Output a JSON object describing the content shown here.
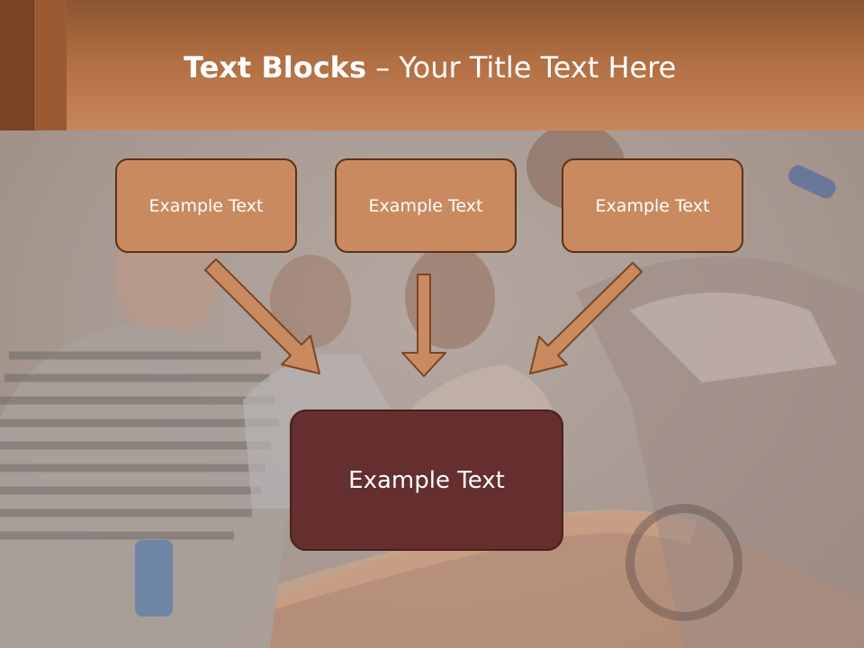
{
  "slide": {
    "title_bold": "Text Blocks",
    "title_dash": " – ",
    "title_rest": "Your Title Text Here"
  },
  "blocks": [
    {
      "text": "Example Text"
    },
    {
      "text": "Example Text"
    },
    {
      "text": "Example Text"
    }
  ],
  "main_block": {
    "text": "Example Text"
  },
  "colors": {
    "header": "#b06e42",
    "block_fill": "#c98a5f",
    "block_border": "#5a3218",
    "main_block_fill": "#652e2f",
    "arrow": "#c98a5f"
  }
}
